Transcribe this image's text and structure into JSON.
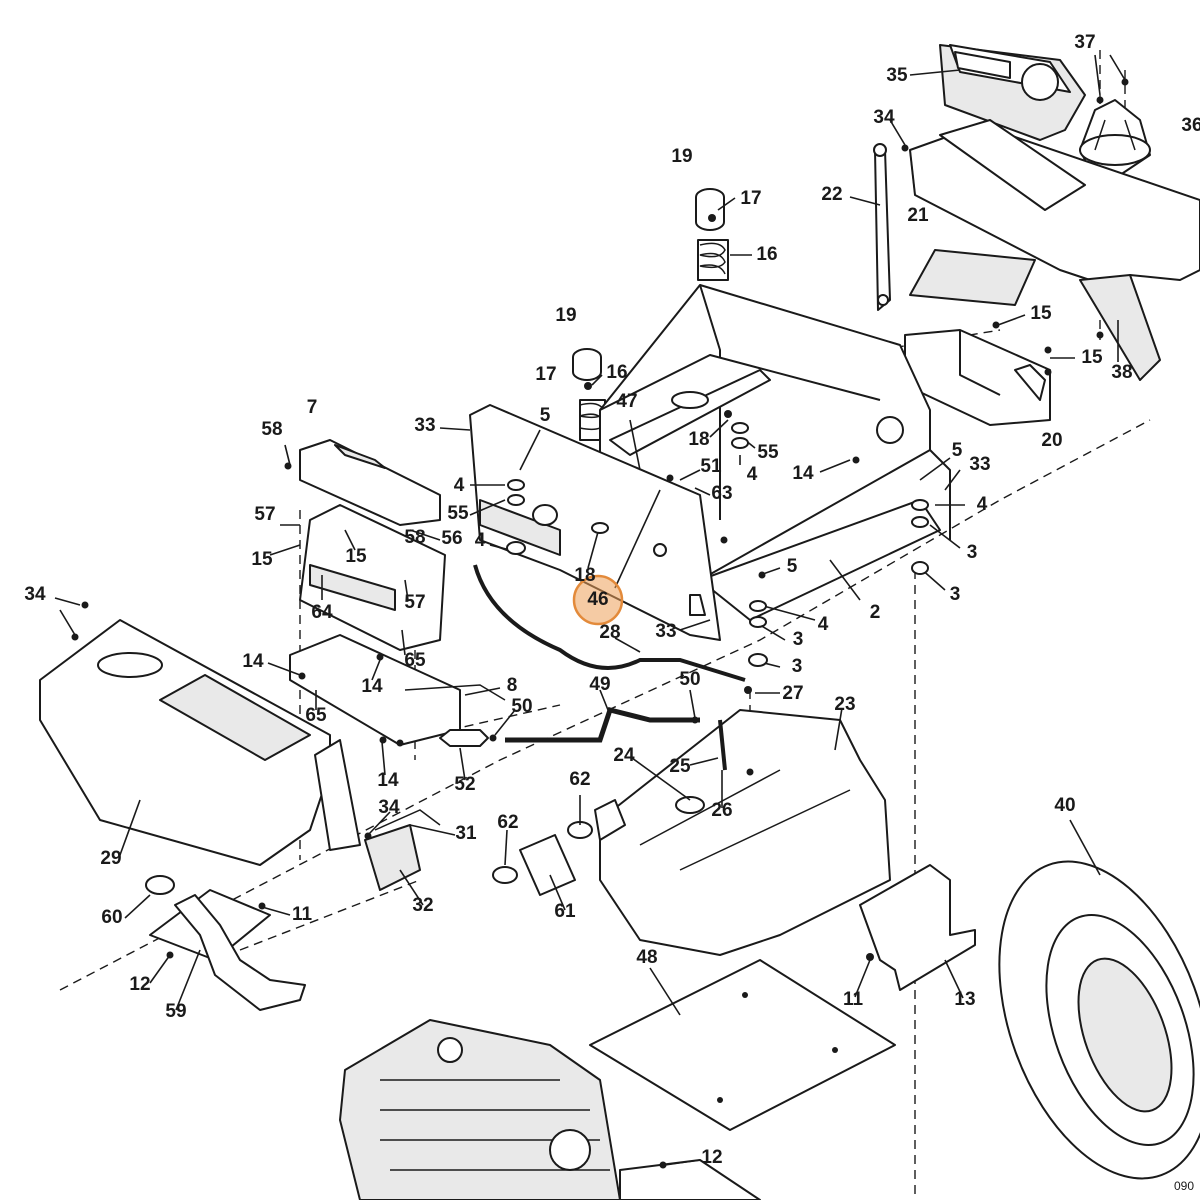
{
  "diagram": {
    "type": "exploded-parts-diagram",
    "highlight_color": "#e38a3a",
    "line_color": "#1a1a1a",
    "callouts": [
      {
        "id": "c-37",
        "label": "37"
      },
      {
        "id": "c-35",
        "label": "35"
      },
      {
        "id": "c-36",
        "label": "36"
      },
      {
        "id": "c-34a",
        "label": "34"
      },
      {
        "id": "c-19a",
        "label": "19"
      },
      {
        "id": "c-17a",
        "label": "17"
      },
      {
        "id": "c-22",
        "label": "22"
      },
      {
        "id": "c-21",
        "label": "21"
      },
      {
        "id": "c-16a",
        "label": "16"
      },
      {
        "id": "c-15a",
        "label": "15"
      },
      {
        "id": "c-15b",
        "label": "15"
      },
      {
        "id": "c-38",
        "label": "38"
      },
      {
        "id": "c-19b",
        "label": "19"
      },
      {
        "id": "c-17b",
        "label": "17"
      },
      {
        "id": "c-16b",
        "label": "16"
      },
      {
        "id": "c-20",
        "label": "20"
      },
      {
        "id": "c-7",
        "label": "7"
      },
      {
        "id": "c-58a",
        "label": "58"
      },
      {
        "id": "c-33a",
        "label": "33"
      },
      {
        "id": "c-5a",
        "label": "5"
      },
      {
        "id": "c-47",
        "label": "47"
      },
      {
        "id": "c-18a",
        "label": "18"
      },
      {
        "id": "c-55a",
        "label": "55"
      },
      {
        "id": "c-4a",
        "label": "4"
      },
      {
        "id": "c-14a",
        "label": "14"
      },
      {
        "id": "c-5b",
        "label": "5"
      },
      {
        "id": "c-33b",
        "label": "33"
      },
      {
        "id": "c-4b",
        "label": "4"
      },
      {
        "id": "c-51",
        "label": "51"
      },
      {
        "id": "c-63",
        "label": "63"
      },
      {
        "id": "c-4c",
        "label": "4"
      },
      {
        "id": "c-55b",
        "label": "55"
      },
      {
        "id": "c-57a",
        "label": "57"
      },
      {
        "id": "c-58b",
        "label": "58"
      },
      {
        "id": "c-56",
        "label": "56"
      },
      {
        "id": "c-15c",
        "label": "15"
      },
      {
        "id": "c-15d",
        "label": "15"
      },
      {
        "id": "c-4d",
        "label": "4"
      },
      {
        "id": "c-3a",
        "label": "3"
      },
      {
        "id": "c-18b",
        "label": "18"
      },
      {
        "id": "c-46",
        "label": "46"
      },
      {
        "id": "c-5c",
        "label": "5"
      },
      {
        "id": "c-2",
        "label": "2"
      },
      {
        "id": "c-3b",
        "label": "3"
      },
      {
        "id": "c-34b",
        "label": "34"
      },
      {
        "id": "c-64",
        "label": "64"
      },
      {
        "id": "c-57b",
        "label": "57"
      },
      {
        "id": "c-28",
        "label": "28"
      },
      {
        "id": "c-33c",
        "label": "33"
      },
      {
        "id": "c-4e",
        "label": "4"
      },
      {
        "id": "c-3c",
        "label": "3"
      },
      {
        "id": "c-65a",
        "label": "65"
      },
      {
        "id": "c-14b",
        "label": "14"
      },
      {
        "id": "c-14c",
        "label": "14"
      },
      {
        "id": "c-3d",
        "label": "3"
      },
      {
        "id": "c-65b",
        "label": "65"
      },
      {
        "id": "c-8",
        "label": "8"
      },
      {
        "id": "c-50a",
        "label": "50"
      },
      {
        "id": "c-49",
        "label": "49"
      },
      {
        "id": "c-50b",
        "label": "50"
      },
      {
        "id": "c-27",
        "label": "27"
      },
      {
        "id": "c-23",
        "label": "23"
      },
      {
        "id": "c-14d",
        "label": "14"
      },
      {
        "id": "c-52",
        "label": "52"
      },
      {
        "id": "c-24",
        "label": "24"
      },
      {
        "id": "c-25",
        "label": "25"
      },
      {
        "id": "c-26",
        "label": "26"
      },
      {
        "id": "c-62a",
        "label": "62"
      },
      {
        "id": "c-34c",
        "label": "34"
      },
      {
        "id": "c-31",
        "label": "31"
      },
      {
        "id": "c-62b",
        "label": "62"
      },
      {
        "id": "c-40",
        "label": "40"
      },
      {
        "id": "c-29",
        "label": "29"
      },
      {
        "id": "c-32",
        "label": "32"
      },
      {
        "id": "c-61",
        "label": "61"
      },
      {
        "id": "c-60",
        "label": "60"
      },
      {
        "id": "c-11a",
        "label": "11"
      },
      {
        "id": "c-12a",
        "label": "12"
      },
      {
        "id": "c-59",
        "label": "59"
      },
      {
        "id": "c-48",
        "label": "48"
      },
      {
        "id": "c-11b",
        "label": "11"
      },
      {
        "id": "c-13",
        "label": "13"
      },
      {
        "id": "c-12b",
        "label": "12"
      }
    ],
    "highlighted_callout": "c-46",
    "corner_code": "090"
  }
}
